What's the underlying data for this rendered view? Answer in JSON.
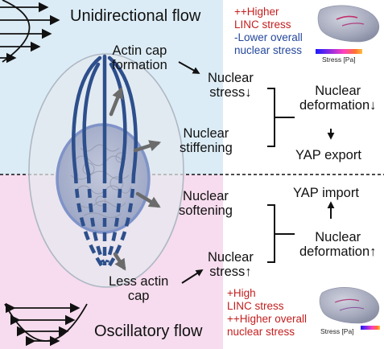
{
  "top": {
    "title": "Unidirectional flow",
    "annotation": [
      "++Higher",
      "LINC stress",
      "-Lower overall",
      "nuclear stress"
    ],
    "colorbar_label": "Stress [Pa]",
    "left_labels": {
      "actin": [
        "Actin cap",
        "formation"
      ],
      "stiffening": [
        "Nuclear",
        "stiffening"
      ]
    },
    "right": {
      "stress": [
        "Nuclear",
        "stress↓"
      ],
      "deformation": [
        "Nuclear",
        "deformation↓"
      ],
      "yap": "YAP export"
    }
  },
  "bottom": {
    "title": "Oscillatory flow",
    "annotation": [
      "+High",
      "LINC stress",
      "++Higher overall",
      "nuclear stress"
    ],
    "colorbar_label": "Stress [Pa]",
    "left_labels": {
      "softening": [
        "Nuclear",
        "softening"
      ],
      "actin": [
        "Less actin",
        "cap"
      ]
    },
    "right": {
      "stress": [
        "Nuclear",
        "stress↑"
      ],
      "deformation": [
        "Nuclear",
        "deformation↑"
      ],
      "yap": "YAP import"
    }
  },
  "colors": {
    "top_bg": "#dcecf6",
    "bottom_bg": "#f6dcee",
    "actin": "#2d4f8c",
    "nucleus": "#8c9fcf",
    "arrow": "#6b6b6b",
    "red_text": "#c41e1e",
    "blue_text": "#24479c"
  }
}
